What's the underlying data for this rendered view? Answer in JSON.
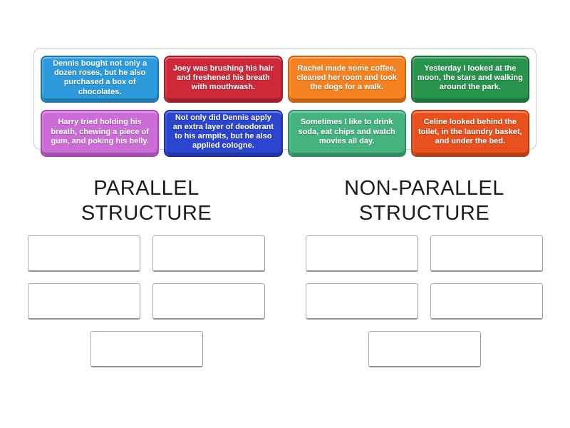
{
  "tray": {
    "border_color": "#cbcbcb"
  },
  "cards": [
    {
      "text": "Dennis bought not only a dozen roses, but he also purchased a box of chocolates.",
      "face": "#2d9bdb",
      "edge": "#1878b5"
    },
    {
      "text": "Joey was brushing his hair and freshened his breath with mouthwash.",
      "face": "#ce2939",
      "edge": "#a51d2b"
    },
    {
      "text": "Rachel made some coffee, cleaned her room and took the dogs for a walk.",
      "face": "#f58220",
      "edge": "#c96310"
    },
    {
      "text": "Yesterday I looked at the moon, the stars and walking around the park.",
      "face": "#27934c",
      "edge": "#1a7239"
    },
    {
      "text": "Harry tried holding his breath, chewing a piece of gum, and poking his belly.",
      "face": "#cc6cd6",
      "edge": "#ac46b8"
    },
    {
      "text": "Not only did Dennis apply an extra layer of deodorant to his armpits, but he also applied cologne.",
      "face": "#2b45cf",
      "edge": "#1b2fa8"
    },
    {
      "text": "Sometimes I like to drink soda, eat chips and watch movies all day.",
      "face": "#44b37e",
      "edge": "#2e9165"
    },
    {
      "text": "Celine looked behind the toilet, in the laundry basket, and under the bed.",
      "face": "#e8511e",
      "edge": "#bc3c10"
    }
  ],
  "groups": [
    {
      "label": "PARALLEL STRUCTURE",
      "slot_count": 5
    },
    {
      "label": "NON-PARALLEL STRUCTURE",
      "slot_count": 5
    }
  ]
}
